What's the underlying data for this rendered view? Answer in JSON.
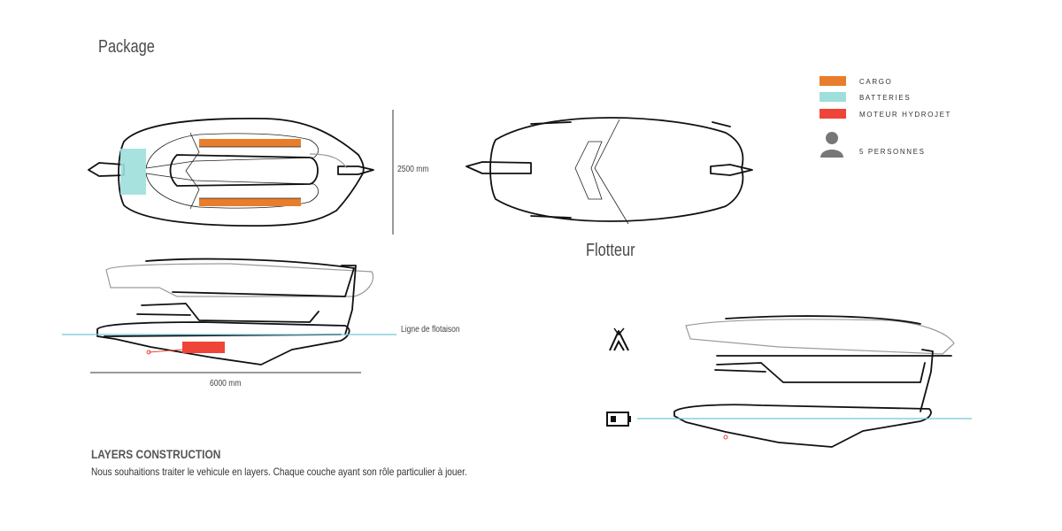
{
  "titles": {
    "package": "Package",
    "flotteur": "Flotteur"
  },
  "dimensions": {
    "width": "2500 mm",
    "length": "6000 mm",
    "waterline": "Ligne de flotaison"
  },
  "legend": {
    "items": [
      {
        "label": "CARGO",
        "color": "#e87d2b"
      },
      {
        "label": "BATTERIES",
        "color": "#9edfdb"
      },
      {
        "label": "MOTEUR HYDROJET",
        "color": "#ef4438"
      }
    ],
    "persons": {
      "label": "5 PERSONNES",
      "icon": "person-icon"
    }
  },
  "icons": {
    "tent": "tent-icon",
    "battery": "battery-icon"
  },
  "colors": {
    "waterline": "#6fc7d6",
    "stroke": "#111111",
    "hull_grey": "#9a9a9a"
  },
  "section": {
    "heading": "LAYERS CONSTRUCTION",
    "body": "Nous souhaitions traiter le  vehicule en layers. Chaque couche ayant son rôle particulier à jouer."
  }
}
